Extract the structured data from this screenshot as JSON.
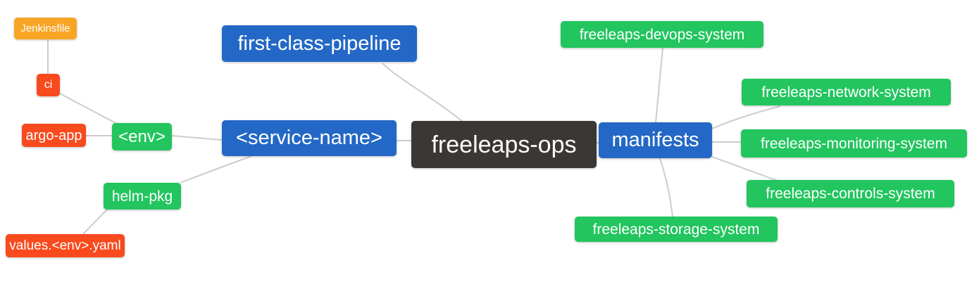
{
  "diagram": {
    "type": "mindmap",
    "root": "freeleaps-ops",
    "palette": {
      "blue": "#2368c6",
      "green": "#22c55e",
      "orange": "#f8a526",
      "red": "#f84a1d",
      "dark": "#3b3735",
      "edge_gray": "#cdcdcd",
      "text": "#ffffff",
      "background": "#ffffff"
    },
    "nodes": {
      "jenkinsfile": {
        "label": "Jenkinsfile",
        "color": "orange"
      },
      "ci": {
        "label": "ci",
        "color": "red"
      },
      "argo_app": {
        "label": "argo-app",
        "color": "red"
      },
      "env": {
        "label": "<env>",
        "color": "green"
      },
      "helm_pkg": {
        "label": "helm-pkg",
        "color": "green"
      },
      "values_env_yaml": {
        "label": "values.<env>.yaml",
        "color": "red"
      },
      "first_class_pipeline": {
        "label": "first-class-pipeline",
        "color": "blue"
      },
      "service_name": {
        "label": "<service-name>",
        "color": "blue"
      },
      "freeleaps_ops": {
        "label": "freeleaps-ops",
        "color": "dark"
      },
      "manifests": {
        "label": "manifests",
        "color": "blue"
      },
      "devops_system": {
        "label": "freeleaps-devops-system",
        "color": "green"
      },
      "network_system": {
        "label": "freeleaps-network-system",
        "color": "green"
      },
      "monitoring_system": {
        "label": "freeleaps-monitoring-system",
        "color": "green"
      },
      "controls_system": {
        "label": "freeleaps-controls-system",
        "color": "green"
      },
      "storage_system": {
        "label": "freeleaps-storage-system",
        "color": "green"
      }
    },
    "edges": [
      {
        "from": "Jenkinsfile",
        "to": "ci"
      },
      {
        "from": "ci",
        "to": "<env>"
      },
      {
        "from": "argo-app",
        "to": "<env>"
      },
      {
        "from": "<env>",
        "to": "<service-name>"
      },
      {
        "from": "helm-pkg",
        "to": "<service-name>"
      },
      {
        "from": "values.<env>.yaml",
        "to": "helm-pkg"
      },
      {
        "from": "first-class-pipeline",
        "to": "freeleaps-ops"
      },
      {
        "from": "<service-name>",
        "to": "freeleaps-ops"
      },
      {
        "from": "freeleaps-ops",
        "to": "manifests"
      },
      {
        "from": "manifests",
        "to": "freeleaps-devops-system"
      },
      {
        "from": "manifests",
        "to": "freeleaps-network-system"
      },
      {
        "from": "manifests",
        "to": "freeleaps-monitoring-system"
      },
      {
        "from": "manifests",
        "to": "freeleaps-controls-system"
      },
      {
        "from": "manifests",
        "to": "freeleaps-storage-system"
      }
    ]
  }
}
